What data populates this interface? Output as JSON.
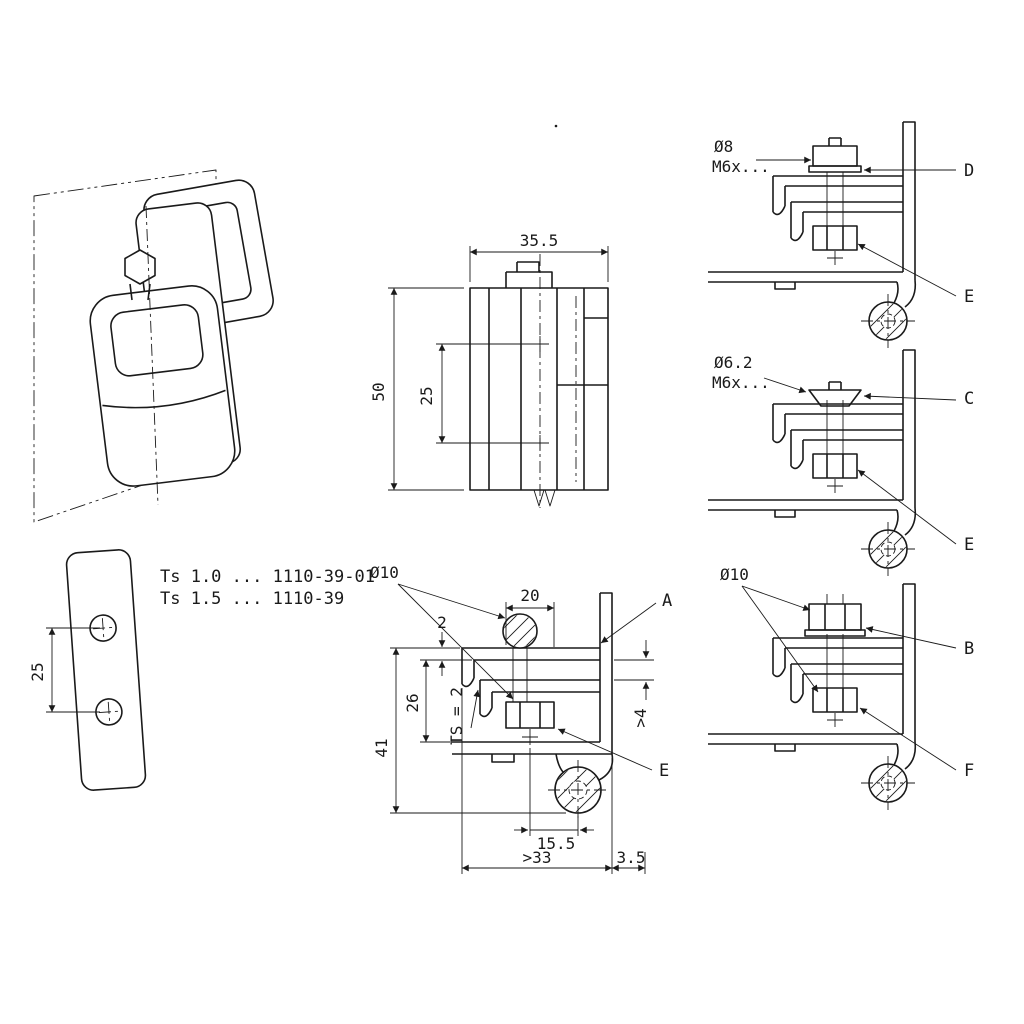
{
  "colors": {
    "line": "#1a1a1a",
    "background": "#ffffff"
  },
  "note": {
    "line1": "Ts 1.0 ... 1110-39-01",
    "line2": "Ts 1.5 ... 1110-39"
  },
  "front": {
    "width": "35.5",
    "height": "50",
    "hole_spacing": "25"
  },
  "plate": {
    "hole_spacing": "25"
  },
  "main": {
    "dia": "Ø10",
    "boss_width": "20",
    "sheet_thickness": "2",
    "inner_height": "26",
    "panel_thickness": "TS = 2",
    "total_height": "41",
    "gap": ">4",
    "pivot_offset": "15.5",
    "depth": ">33",
    "edge": "3.5",
    "callout_frame": "A",
    "callout_nut": "E"
  },
  "variant_d": {
    "dia": "Ø8",
    "thread": "M6x...",
    "callout_top": "D",
    "callout_bottom": "E"
  },
  "variant_c": {
    "dia": "Ø6.2",
    "thread": "M6x...",
    "callout_top": "C",
    "callout_bottom": "E"
  },
  "variant_b": {
    "dia": "Ø10",
    "callout_top": "B",
    "callout_bottom": "F"
  }
}
